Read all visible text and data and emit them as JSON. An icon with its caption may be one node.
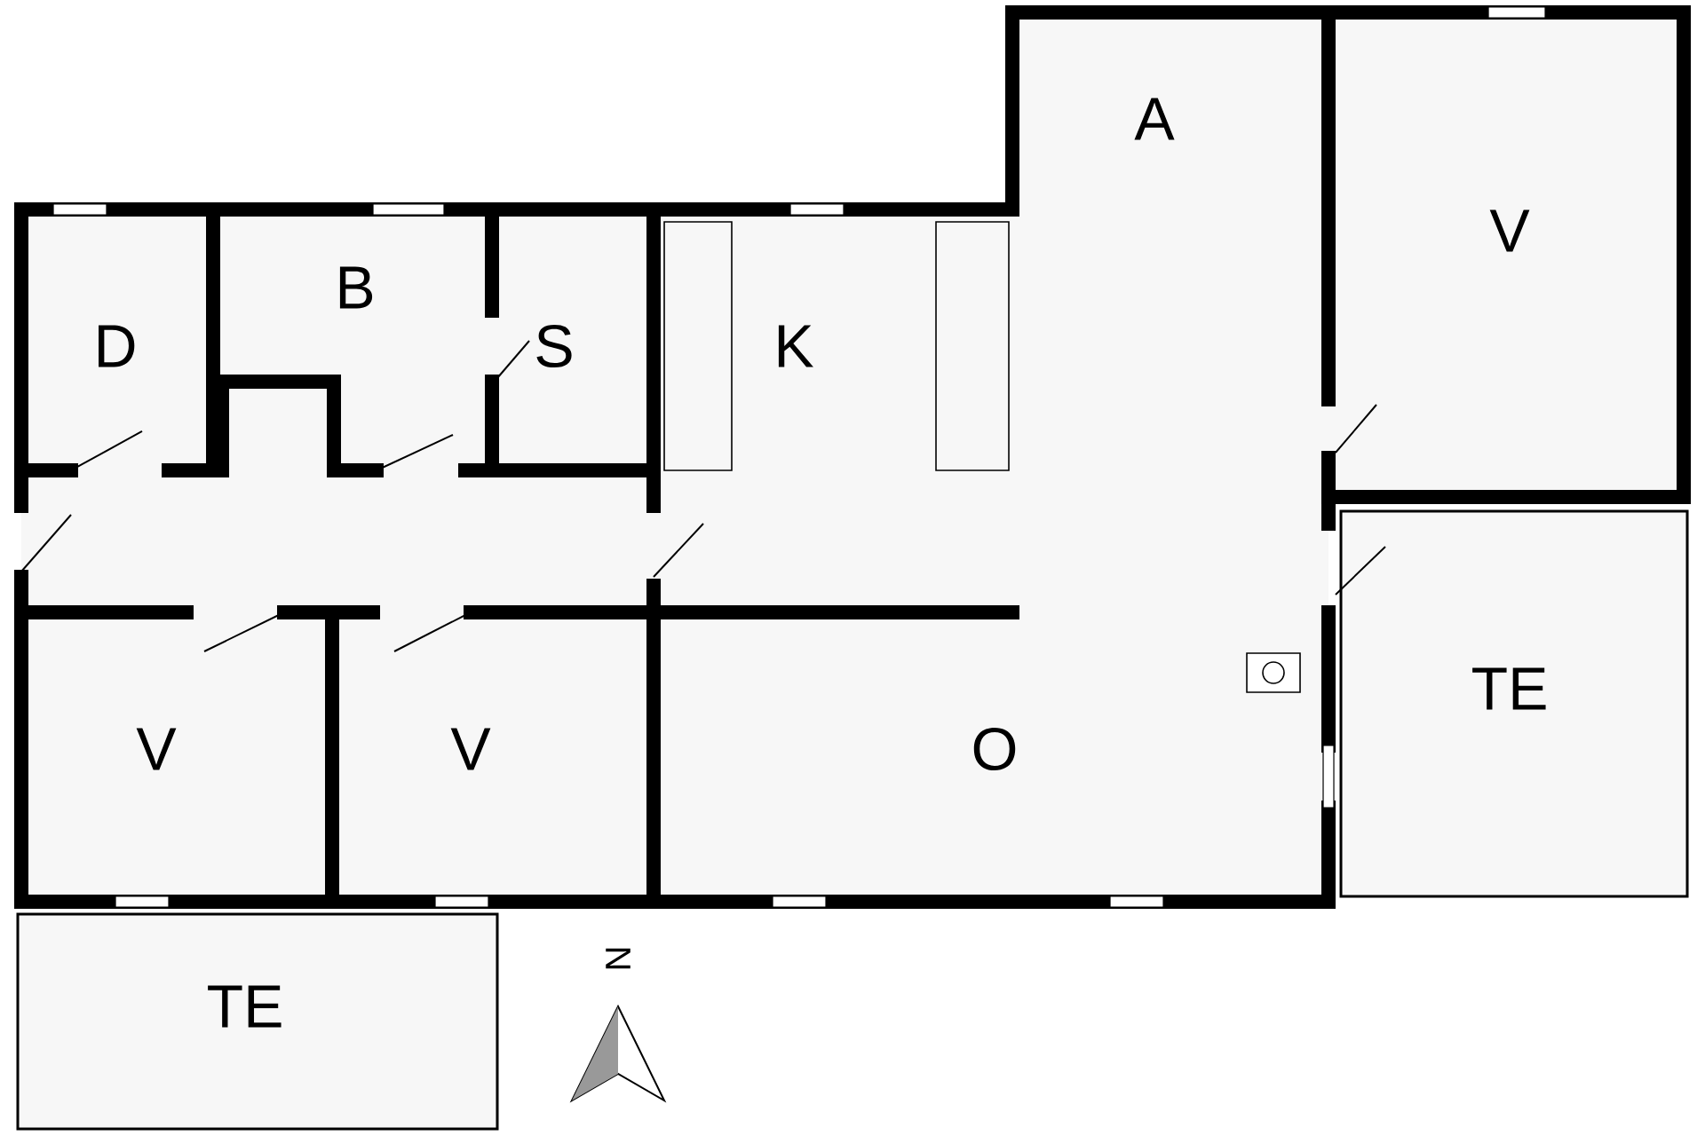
{
  "diagram": {
    "nodes": [
      {
        "text": [
          "D"
        ]
      },
      {
        "text": [
          "B"
        ]
      },
      {
        "text": [
          "S"
        ]
      },
      {
        "text": [
          "K"
        ]
      },
      {
        "text": [
          "A"
        ]
      },
      {
        "text": [
          "V"
        ]
      },
      {
        "text": [
          "V"
        ]
      },
      {
        "text": [
          "V"
        ]
      },
      {
        "text": [
          "O"
        ]
      },
      {
        "text": [
          "TE"
        ]
      },
      {
        "text": [
          "TE"
        ]
      }
    ],
    "labels": [
      "N"
    ]
  }
}
